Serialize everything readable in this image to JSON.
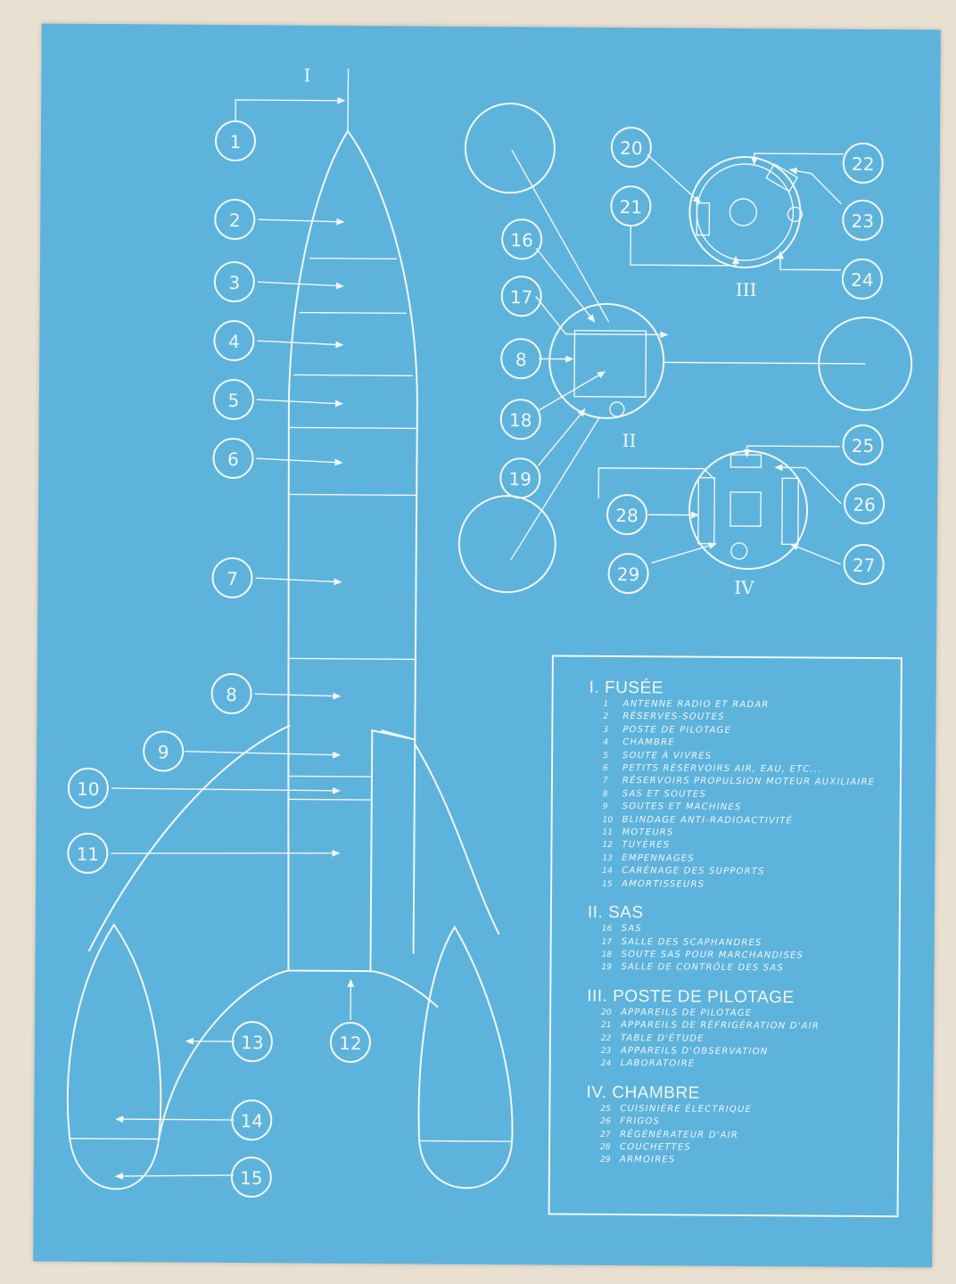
{
  "colors": {
    "paper": "#5db3dc",
    "ink": "#f3f6f2",
    "background": "#e9e0d2"
  },
  "views": {
    "rocket": "I",
    "airlock": "II",
    "cockpit": "III",
    "bedroom": "IV"
  },
  "callouts": [
    "1",
    "2",
    "3",
    "4",
    "5",
    "6",
    "7",
    "8",
    "9",
    "10",
    "11",
    "12",
    "13",
    "14",
    "15",
    "16",
    "17",
    "8",
    "18",
    "19",
    "20",
    "21",
    "22",
    "23",
    "24",
    "25",
    "26",
    "27",
    "28",
    "29"
  ],
  "legend": [
    {
      "title": "I. FUSÉE",
      "items": [
        {
          "n": "1",
          "text": "ANTENNE RADIO ET RADAR"
        },
        {
          "n": "2",
          "text": "RÉSERVES-SOUTES"
        },
        {
          "n": "3",
          "text": "POSTE DE PILOTAGE"
        },
        {
          "n": "4",
          "text": "CHAMBRE"
        },
        {
          "n": "5",
          "text": "SOUTE À VIVRES"
        },
        {
          "n": "6",
          "text": "PETITS RÉSERVOIRS AIR, EAU, ETC..."
        },
        {
          "n": "7",
          "text": "RÉSERVOIRS PROPULSION MOTEUR AUXILIAIRE"
        },
        {
          "n": "8",
          "text": "SAS ET SOUTES"
        },
        {
          "n": "9",
          "text": "SOUTES ET MACHINES"
        },
        {
          "n": "10",
          "text": "BLINDAGE ANTI-RADIOACTIVITÉ"
        },
        {
          "n": "11",
          "text": "MOTEURS"
        },
        {
          "n": "12",
          "text": "TUYÈRES"
        },
        {
          "n": "13",
          "text": "EMPENNAGES"
        },
        {
          "n": "14",
          "text": "CARÉNAGE DES SUPPORTS"
        },
        {
          "n": "15",
          "text": "AMORTISSEURS"
        }
      ]
    },
    {
      "title": "II. SAS",
      "items": [
        {
          "n": "16",
          "text": "SAS"
        },
        {
          "n": "17",
          "text": "SALLE DES SCAPHANDRES"
        },
        {
          "n": "18",
          "text": "SOUTE SAS POUR MARCHANDISES"
        },
        {
          "n": "19",
          "text": "SALLE DE CONTRÔLE DES SAS"
        }
      ]
    },
    {
      "title": "III. POSTE DE PILOTAGE",
      "items": [
        {
          "n": "20",
          "text": "APPAREILS DE PILOTAGE"
        },
        {
          "n": "21",
          "text": "APPAREILS DE RÉFRIGÉRATION D'AIR"
        },
        {
          "n": "22",
          "text": "TABLE D'ÉTUDE"
        },
        {
          "n": "23",
          "text": "APPAREILS D'OBSERVATION"
        },
        {
          "n": "24",
          "text": "LABORATOIRE"
        }
      ]
    },
    {
      "title": "IV. CHAMBRE",
      "items": [
        {
          "n": "25",
          "text": "CUISINIÈRE ÉLECTRIQUE"
        },
        {
          "n": "26",
          "text": "FRIGOS"
        },
        {
          "n": "27",
          "text": "RÉGÉNÉRATEUR D'AIR"
        },
        {
          "n": "28",
          "text": "COUCHETTES"
        },
        {
          "n": "29",
          "text": "ARMOIRES"
        }
      ]
    }
  ]
}
